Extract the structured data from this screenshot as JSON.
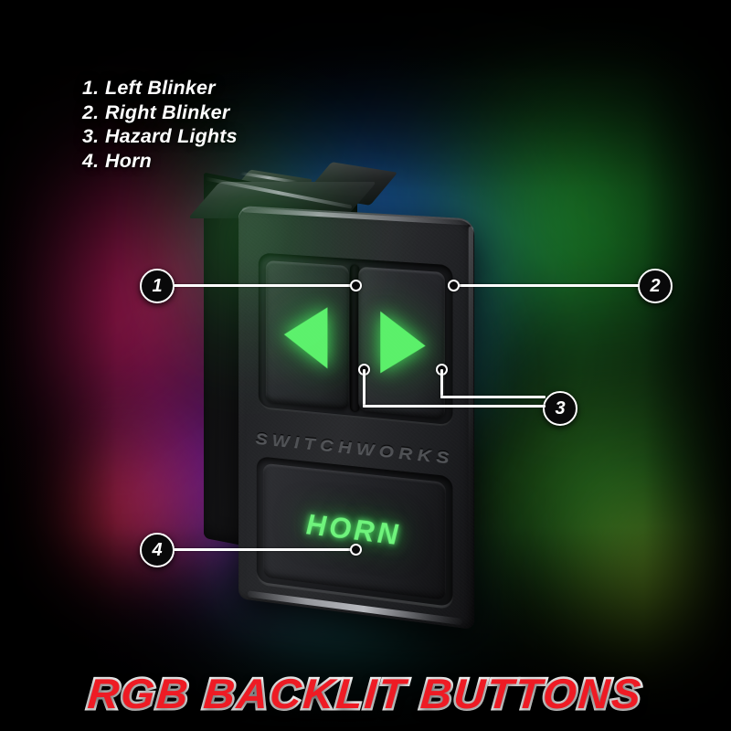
{
  "background": {
    "base_color": "#000000",
    "smoke_colors": [
      "#d81f6a",
      "#8b1fd8",
      "#1f6fd8",
      "#1fc8c0",
      "#2fd83f",
      "#9fd81f"
    ]
  },
  "legend": {
    "items": [
      {
        "number": "1.",
        "label": "Left Blinker"
      },
      {
        "number": "2.",
        "label": "Right Blinker"
      },
      {
        "number": "3.",
        "label": "Hazard Lights"
      },
      {
        "number": "4.",
        "label": "Horn"
      }
    ]
  },
  "product": {
    "brand_emboss": "SWITCHWORKS",
    "horn_label": "HORN",
    "led_color": "#5bf06a",
    "body_color": "#2a2b2e",
    "buttons": [
      {
        "name": "left-arrow",
        "glyph": "left-triangle",
        "function": "Left Blinker"
      },
      {
        "name": "right-arrow",
        "glyph": "right-triangle",
        "function": "Right Blinker"
      },
      {
        "name": "horn",
        "glyph": "HORN",
        "function": "Horn"
      }
    ]
  },
  "callouts": [
    {
      "id": "1",
      "number": "1",
      "target": "left-arrow-button"
    },
    {
      "id": "2",
      "number": "2",
      "target": "right-arrow-button"
    },
    {
      "id": "3",
      "number": "3",
      "target": "both-arrow-buttons"
    },
    {
      "id": "4",
      "number": "4",
      "target": "horn-button"
    }
  ],
  "banner": {
    "text": "RGB BACKLIT BUTTONS",
    "fill_color": "#ee1b24",
    "outline_color": "#ffffff"
  }
}
